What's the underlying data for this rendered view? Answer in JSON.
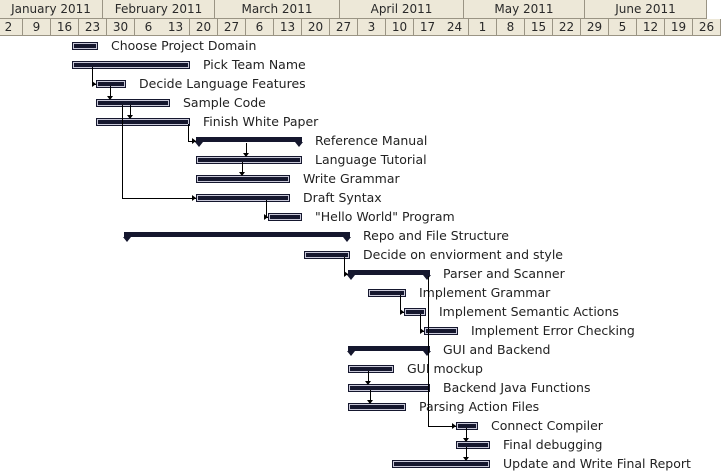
{
  "timeline": {
    "months": [
      "January 2011",
      "February 2011",
      "March 2011",
      "April 2011",
      "May 2011",
      "June 2011"
    ],
    "weeks": [
      "2",
      "9",
      "16",
      "23",
      "30",
      "6",
      "13",
      "20",
      "27",
      "6",
      "13",
      "20",
      "27",
      "3",
      "10",
      "17",
      "24",
      "1",
      "8",
      "15",
      "22",
      "29",
      "5",
      "12",
      "19",
      "26"
    ]
  },
  "tasks": [
    {
      "label": "Choose Project Domain"
    },
    {
      "label": "Pick Team Name"
    },
    {
      "label": "Decide Language Features"
    },
    {
      "label": "Sample Code"
    },
    {
      "label": "Finish White Paper"
    },
    {
      "label": "Reference Manual"
    },
    {
      "label": "Language Tutorial"
    },
    {
      "label": "Write Grammar"
    },
    {
      "label": "Draft Syntax"
    },
    {
      "label": "\"Hello World\" Program"
    },
    {
      "label": "Repo and File Structure"
    },
    {
      "label": "Decide on enviorment and style"
    },
    {
      "label": "Parser and Scanner"
    },
    {
      "label": "Implement Grammar"
    },
    {
      "label": "Implement Semantic Actions"
    },
    {
      "label": "Implement Error Checking"
    },
    {
      "label": "GUI and Backend"
    },
    {
      "label": "GUI mockup"
    },
    {
      "label": "Backend Java Functions"
    },
    {
      "label": "Parsing Action Files"
    },
    {
      "label": "Connect Compiler"
    },
    {
      "label": "Final debugging"
    },
    {
      "label": "Update and Write Final Report"
    }
  ],
  "colors": {
    "bar": "#15172e",
    "header_bg": "#ede8d8",
    "grid": "#9a9484"
  }
}
